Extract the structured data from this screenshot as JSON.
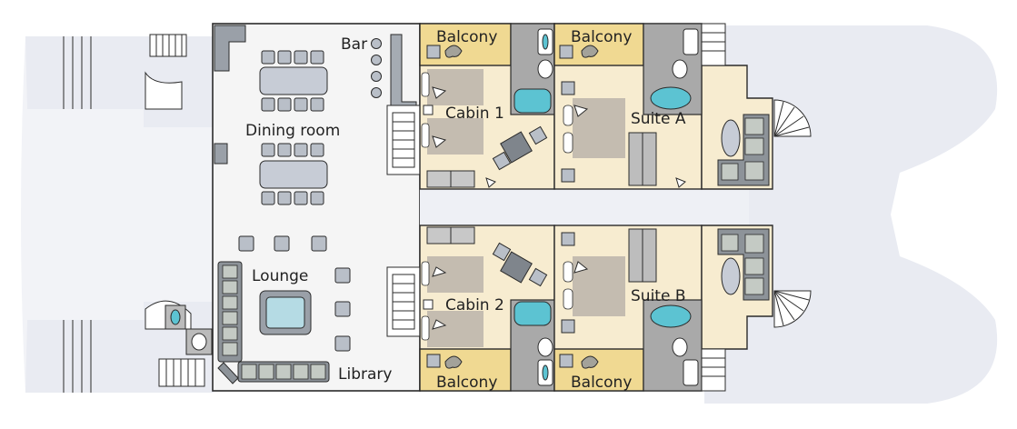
{
  "labels": {
    "bar": "Bar",
    "dining_room": "Dining room",
    "lounge": "Lounge",
    "library": "Library",
    "cabin_1": "Cabin 1",
    "cabin_2": "Cabin 2",
    "suite_a": "Suite A",
    "suite_b": "Suite B",
    "balcony_cabin_1": "Balcony",
    "balcony_suite_a": "Balcony",
    "balcony_cabin_2": "Balcony",
    "balcony_suite_b": "Balcony"
  },
  "colors": {
    "hull": "#e9ebf2",
    "cabin_floor": "#f7ecd0",
    "balcony_floor": "#f0d992",
    "bathroom": "#a9a9a9",
    "bathtub": "#5cc3d2",
    "furniture": "#c7ccd6",
    "sofa": "#8d9399",
    "bed": "#c4bcb0"
  }
}
